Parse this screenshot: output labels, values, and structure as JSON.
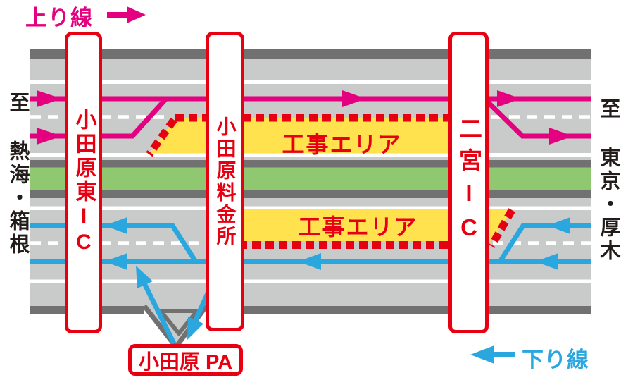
{
  "diagram_title": "highway construction lane closure diagram",
  "legend": {
    "up_line_label": "上り線",
    "down_line_label": "下り線"
  },
  "destinations": {
    "left_label": "至 熱海・箱根",
    "right_label": "至 東京・厚木"
  },
  "facilities": {
    "odawara_higashi_ic": "小田原東IC",
    "odawara_tollgate": "小田原料金所",
    "ninomiya_ic": "二宮IC",
    "odawara_pa": "小田原 PA"
  },
  "construction": {
    "upper_label": "工事エリア",
    "lower_label": "工事エリア"
  },
  "colors": {
    "up_line_magenta": "#e4007f",
    "down_line_blue": "#2ba7e0",
    "signal_red": "#e60012",
    "construction_yellow": "#ffe24d",
    "median_green": "#8fc871",
    "road_gray": "#c9caca",
    "road_edge_gray": "#727171",
    "lane_line_white": "#ffffff",
    "destination_text": "#221c1a"
  }
}
